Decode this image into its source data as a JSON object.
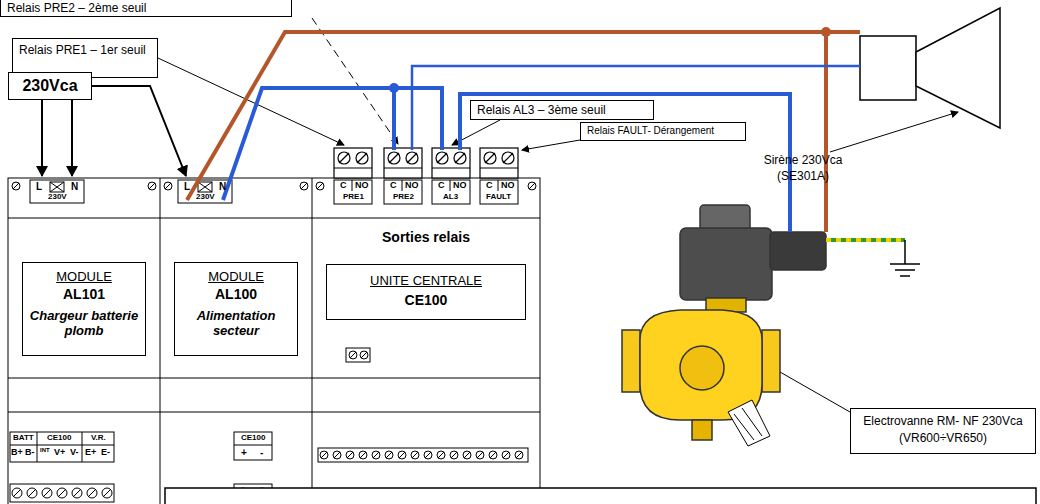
{
  "diagram": {
    "nodes": [
      {
        "text": [
          "Relais PRE2 – 2ème seuil"
        ]
      },
      {
        "text": [
          "Relais PRE1 – 1er seuil"
        ]
      },
      {
        "text": [
          "230Vca"
        ]
      },
      {
        "text": [
          "Relais AL3 – 3ème seuil"
        ]
      },
      {
        "text": [
          "Relais FAULT- Dérangement"
        ]
      },
      {
        "text": [
          "MODULE",
          "AL101",
          "Chargeur batterie plomb"
        ]
      },
      {
        "text": [
          "MODULE",
          "AL100",
          "Alimentation secteur"
        ]
      },
      {
        "text": [
          "UNITE CENTRALE",
          "CE100"
        ]
      },
      {
        "text": [
          "Electrovanne RM- NF 230Vca (VR600÷VR650)"
        ]
      }
    ],
    "labels": [
      "L",
      "N",
      "230V",
      "L",
      "N",
      "230V",
      "C",
      "NO",
      "PRE1",
      "C",
      "NO",
      "PRE2",
      "C",
      "NO",
      "AL3",
      "C",
      "NO",
      "FAULT",
      "Sorties relais",
      "BATT",
      "CE100",
      "V.R.",
      "B+",
      "B-",
      "INT",
      "V+",
      "V-",
      "E+",
      "E-",
      "CE100",
      "+",
      "-",
      "Sirène 230Vca (SE301A)"
    ]
  }
}
